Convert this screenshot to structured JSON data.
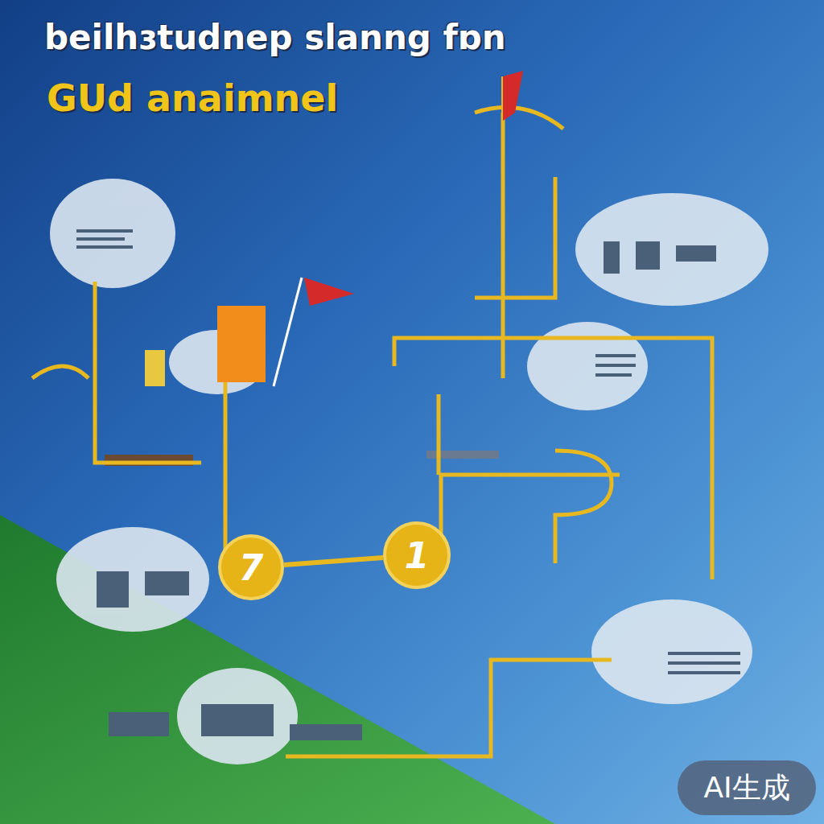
{
  "diagram": {
    "title": "beilhɜtudnep slanng fɒn",
    "nodes": [
      {
        "text": [
          "7"
        ]
      },
      {
        "text": [
          "1"
        ]
      }
    ],
    "edges": [
      {
        "from": 0,
        "to": 1,
        "arrow": "none"
      }
    ],
    "labels": [
      "GUd anaimnel",
      "AI生成"
    ]
  }
}
